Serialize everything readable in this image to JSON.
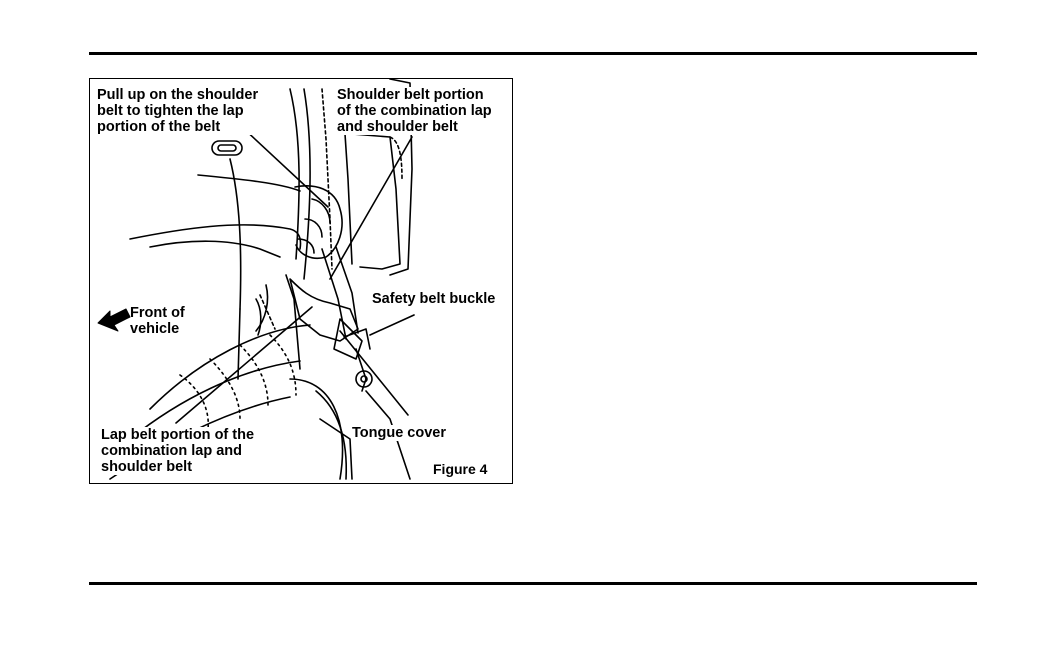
{
  "figure": {
    "callouts": {
      "pull_up": "Pull up on the shoulder\nbelt to tighten the lap\nportion of the belt",
      "shoulder_belt": "Shoulder belt portion\nof the combination lap\nand shoulder belt",
      "front_of_vehicle": "Front of\nvehicle",
      "safety_buckle": "Safety belt buckle",
      "lap_belt": "Lap belt portion of the\ncombination lap and\nshoulder belt",
      "tongue_cover": "Tongue cover"
    },
    "caption": "Figure 4"
  }
}
